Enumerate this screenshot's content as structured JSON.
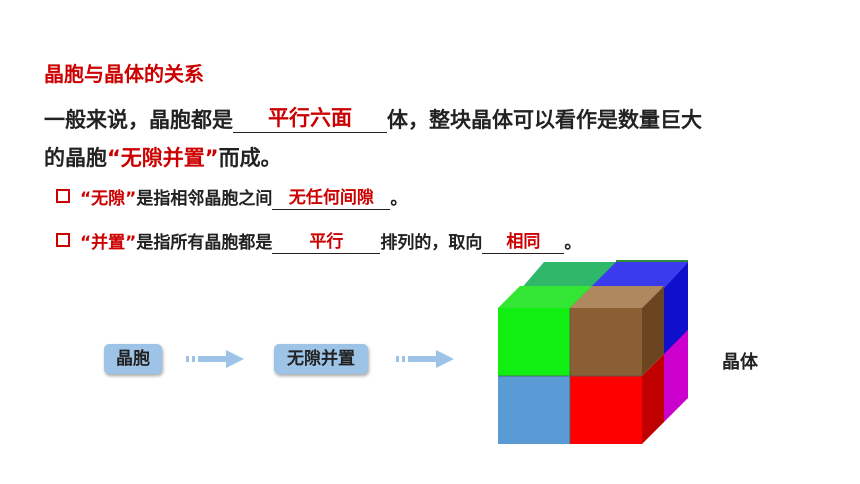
{
  "heading": "晶胞与晶体的关系",
  "para": {
    "line1_a": "一般来说，晶胞都是",
    "line1_answer": "平行六面",
    "line1_b": "体，整块晶体可以看作是数量巨大",
    "line2_a": "的晶胞",
    "line2_quote": "“无隙并置”",
    "line2_b": "而成。"
  },
  "bullets": [
    {
      "term": "“无隙”",
      "text": "是指相邻晶胞之间",
      "answer": "无任何间隙",
      "end": "。"
    },
    {
      "term": "“并置”",
      "text": "是指所有晶胞都是",
      "answer": "平行",
      "middle": "排列的，取向",
      "answer2": "相同",
      "end": "。"
    }
  ],
  "flow": {
    "box1": "晶胞",
    "box2": "无隙并置",
    "result": "晶体"
  },
  "colors": {
    "accent_red": "#cc0000",
    "box_blue": "#9dc3e6",
    "arrow_blue": "#9dc3e6"
  }
}
